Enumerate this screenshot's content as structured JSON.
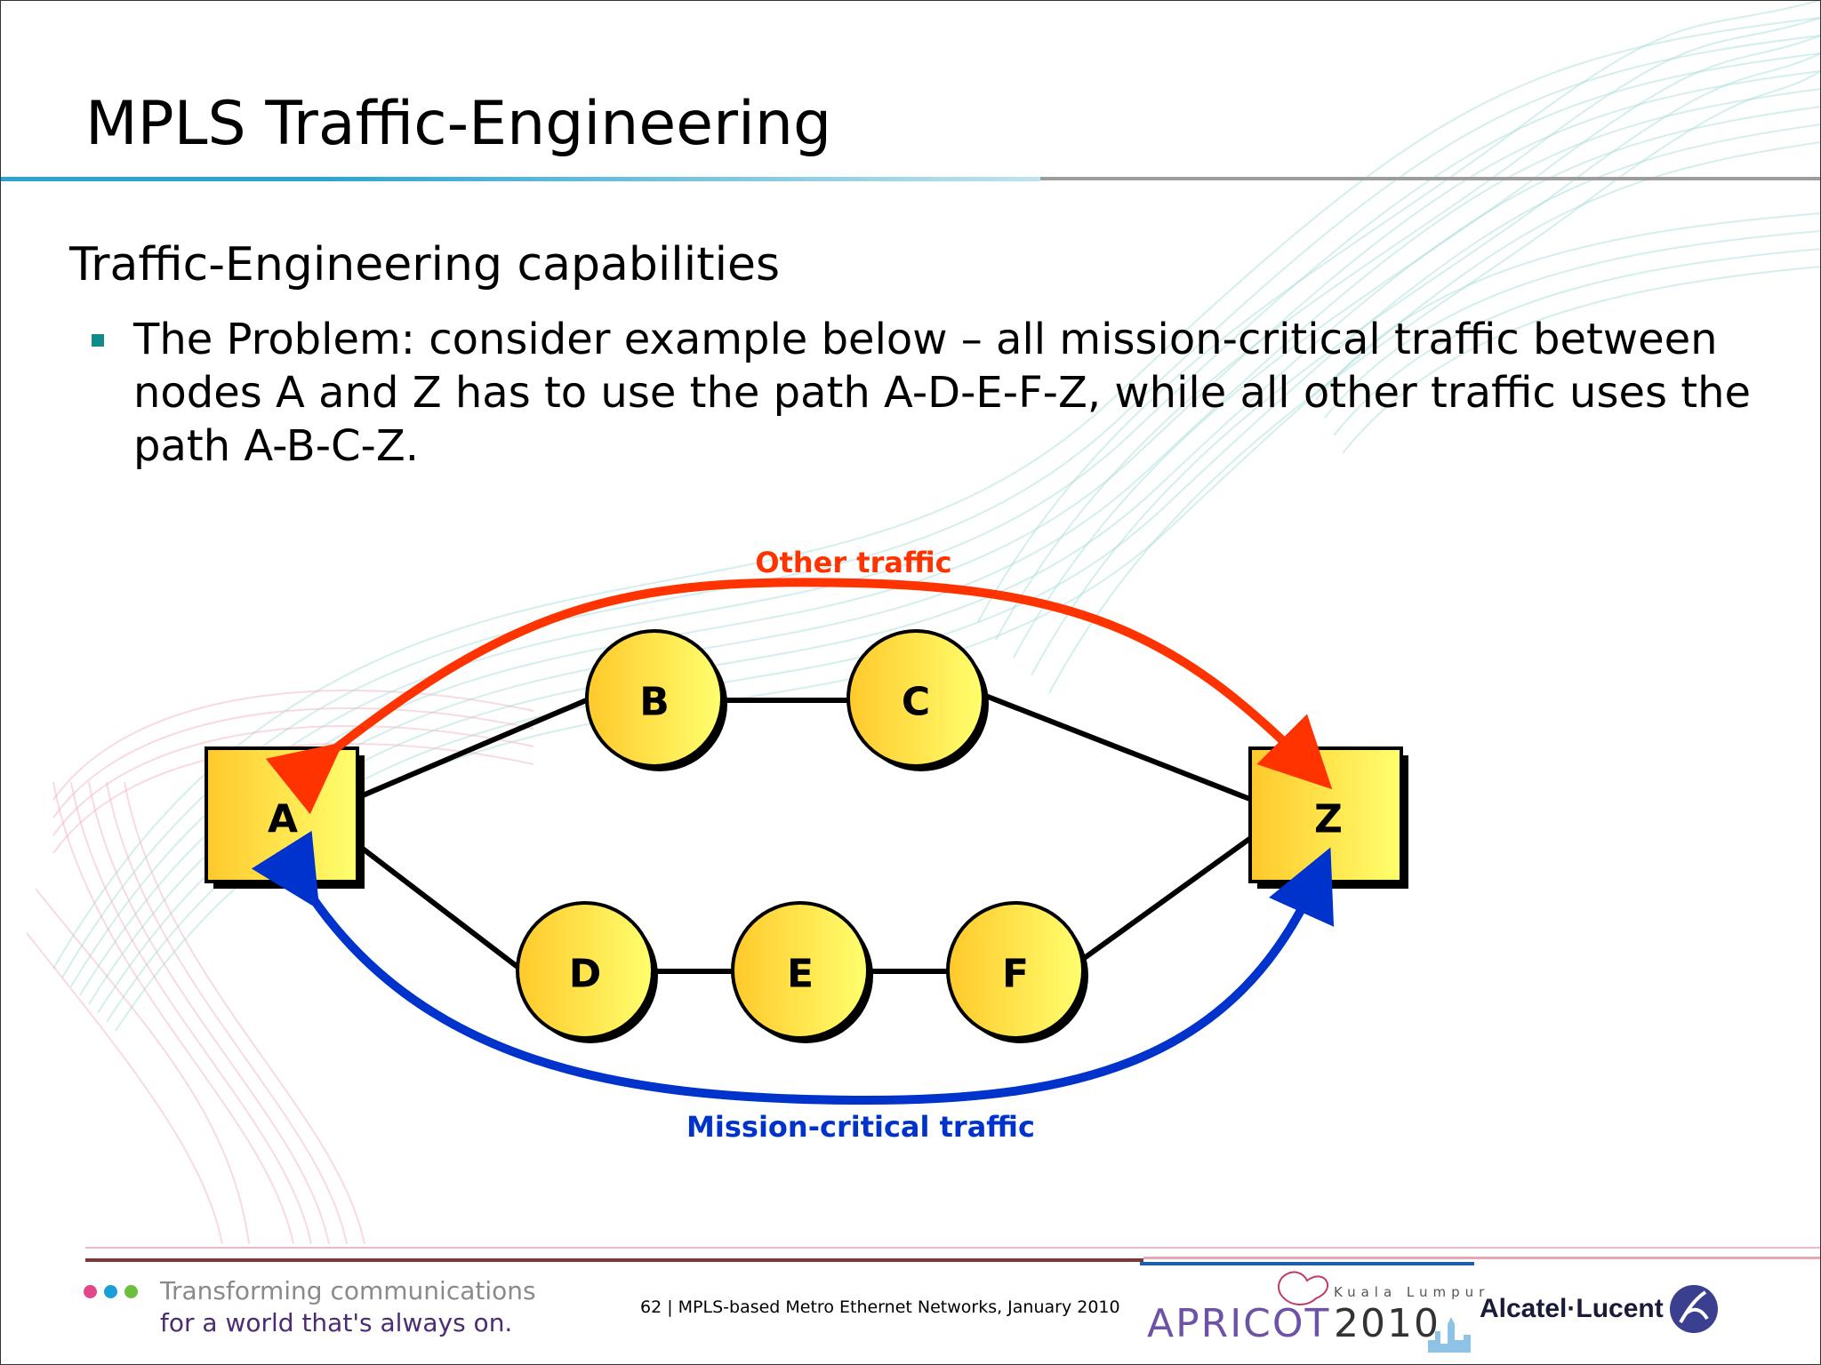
{
  "slide": {
    "title": "MPLS Traffic-Engineering",
    "subtitle": "Traffic-Engineering capabilities",
    "bullet": "The Problem: consider example below – all mission-critical traffic between nodes A and Z has to use the path A-D-E-F-Z, while all other traffic uses the path A-B-C-Z."
  },
  "diagram": {
    "nodes": {
      "a": "A",
      "b": "B",
      "c": "C",
      "d": "D",
      "e": "E",
      "f": "F",
      "z": "Z"
    },
    "other_traffic_label": "Other traffic",
    "mission_critical_label": "Mission-critical traffic",
    "colors": {
      "other_traffic": "#ff3300",
      "mission_critical": "#0033cc",
      "node_fill": "#ffd633"
    }
  },
  "footer": {
    "tagline_line1": "Transforming communications",
    "tagline_line2": "for a world that's always on.",
    "page_info": "62 | MPLS-based Metro Ethernet Networks, January 2010",
    "apricot_word": "APRICOT",
    "apricot_year": "2010",
    "apricot_city": "Kuala Lumpur",
    "vendor_logo": "Alcatel·Lucent"
  }
}
